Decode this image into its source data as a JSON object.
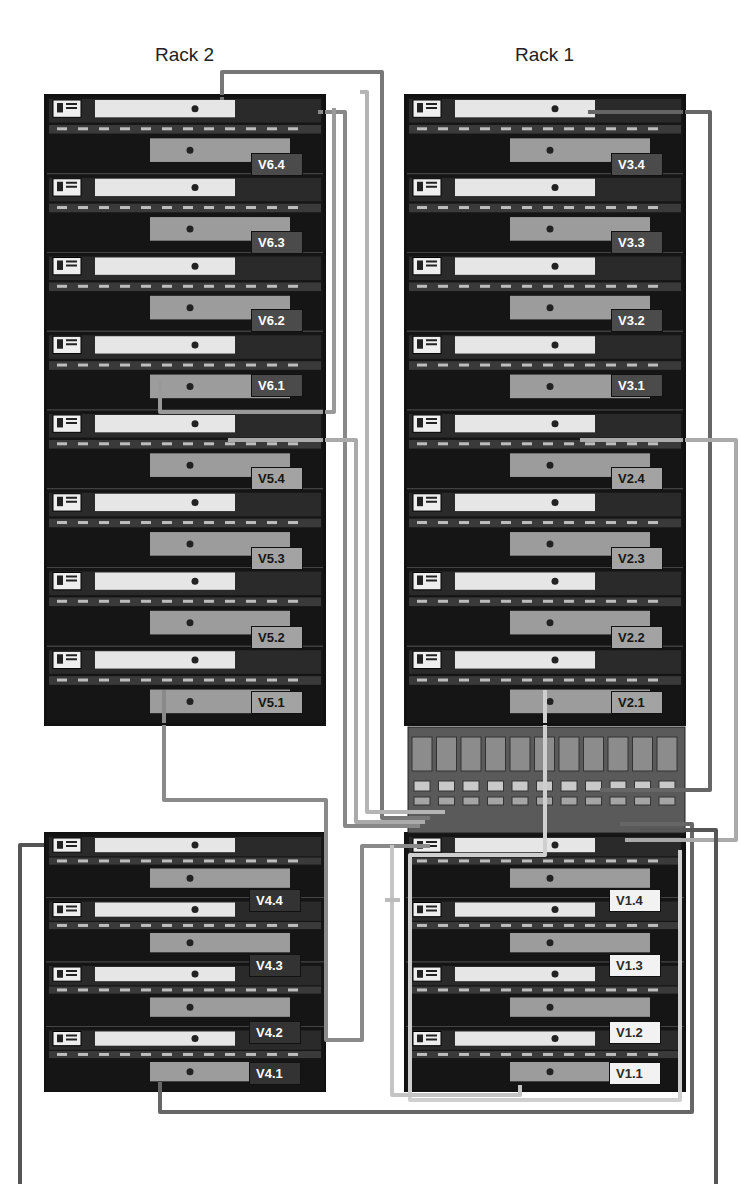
{
  "diagram": {
    "nodes": [
      {
        "text": [
          "Rack 2"
        ]
      },
      {
        "text": [
          "V6.4"
        ],
        "in": 0
      },
      {
        "text": [
          "V6.3"
        ],
        "in": 0
      },
      {
        "text": [
          "V6.2"
        ],
        "in": 0
      },
      {
        "text": [
          "V6.1"
        ],
        "in": 0
      },
      {
        "text": [
          "V5.4"
        ],
        "in": 0
      },
      {
        "text": [
          "V5.3"
        ],
        "in": 0
      },
      {
        "text": [
          "V5.2"
        ],
        "in": 0
      },
      {
        "text": [
          "V5.1"
        ],
        "in": 0
      },
      {
        "text": [
          "Rack 1"
        ]
      },
      {
        "text": [
          "V3.4"
        ],
        "in": 9
      },
      {
        "text": [
          "V3.3"
        ],
        "in": 9
      },
      {
        "text": [
          "V3.2"
        ],
        "in": 9
      },
      {
        "text": [
          "V3.1"
        ],
        "in": 9
      },
      {
        "text": [
          "V2.4"
        ],
        "in": 9
      },
      {
        "text": [
          "V2.3"
        ],
        "in": 9
      },
      {
        "text": [
          "V2.2"
        ],
        "in": 9
      },
      {
        "text": [
          "V2.1"
        ],
        "in": 9
      },
      {
        "text": [
          "V4.4"
        ]
      },
      {
        "text": [
          "V4.3"
        ]
      },
      {
        "text": [
          "V4.2"
        ]
      },
      {
        "text": [
          "V4.1"
        ]
      },
      {
        "text": [
          "V1.4"
        ]
      },
      {
        "text": [
          "V1.3"
        ]
      },
      {
        "text": [
          "V1.2"
        ]
      },
      {
        "text": [
          "V1.1"
        ]
      }
    ]
  }
}
